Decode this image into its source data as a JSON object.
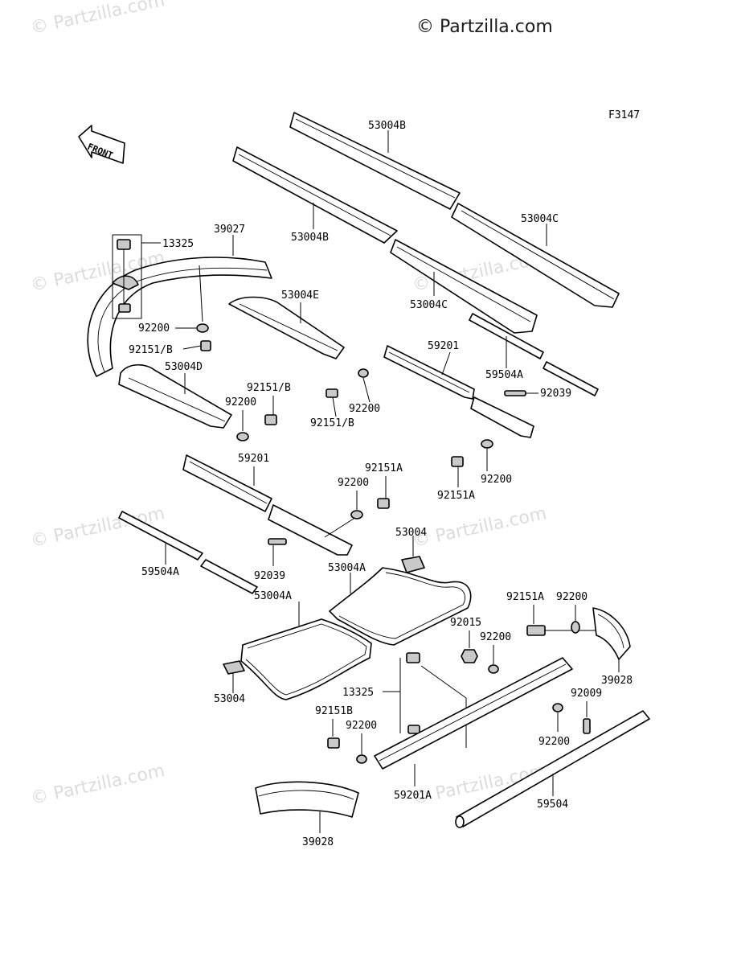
{
  "watermark": {
    "main": "© Partzilla.com",
    "faint": "© Partzilla.com"
  },
  "figure_code": "F3147",
  "front_label": "FRONT",
  "labels": {
    "p53004B_top": "53004B",
    "p53004B_low": "53004B",
    "p53004C_top": "53004C",
    "p53004C_low": "53004C",
    "p39027": "39027",
    "p13325_top": "13325",
    "p53004E": "53004E",
    "p92200_a": "92200",
    "p92151B_a": "92151/B",
    "p53004D": "53004D",
    "p59201_top": "59201",
    "p59504A_top": "59504A",
    "p92039_right": "92039",
    "p92200_b": "92200",
    "p92151B_b": "92151/B",
    "p92151B_c": "92151/B",
    "p92200_c": "92200",
    "p92200_d": "92200",
    "p92151A_a": "92151A",
    "p59201_mid": "59201",
    "p92151A_b": "92151A",
    "p92200_e": "92200",
    "p59504A_low": "59504A",
    "p92039_low": "92039",
    "p53004_top": "53004",
    "p53004A_top": "53004A",
    "p53004A_low": "53004A",
    "p92151A_c": "92151A",
    "p92200_f": "92200",
    "p92015": "92015",
    "p92200_g": "92200",
    "p39028_right": "39028",
    "p53004_low": "53004",
    "p13325_low": "13325",
    "p92009": "92009",
    "p92151B_d": "92151B",
    "p92200_h": "92200",
    "p92200_i": "92200",
    "p59201A": "59201A",
    "p59504": "59504",
    "p39028_low": "39028"
  }
}
